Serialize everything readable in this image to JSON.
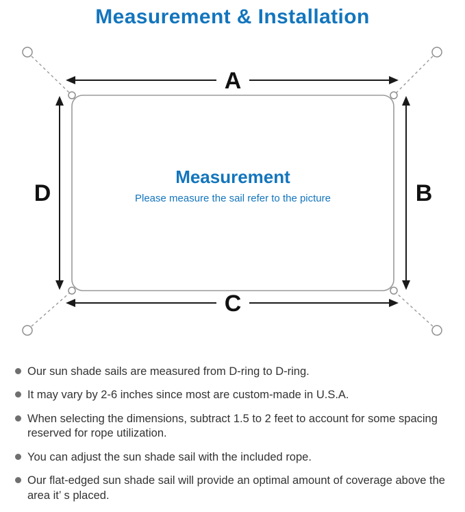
{
  "title": "Measurement & Installation",
  "diagram": {
    "labels": {
      "top": "A",
      "right": "B",
      "bottom": "C",
      "left": "D"
    },
    "center_title": "Measurement",
    "center_subtitle": "Please measure the sail refer to the picture"
  },
  "colors": {
    "accent_blue": "#1375bd",
    "text": "#333333",
    "line_gray": "#9a9a9a",
    "arrow_black": "#1a1a1a",
    "bullet_gray": "#6f6f6f"
  },
  "bullets": [
    "Our sun shade sails are measured from D-ring to D-ring.",
    "It may vary by 2-6 inches since most are custom-made in U.S.A.",
    "When selecting the dimensions, subtract 1.5 to 2 feet to account for some spacing reserved for rope utilization.",
    "You can adjust the sun shade sail with the included rope.",
    "Our flat-edged sun shade sail will provide an optimal amount of coverage above the area it’ s placed."
  ]
}
